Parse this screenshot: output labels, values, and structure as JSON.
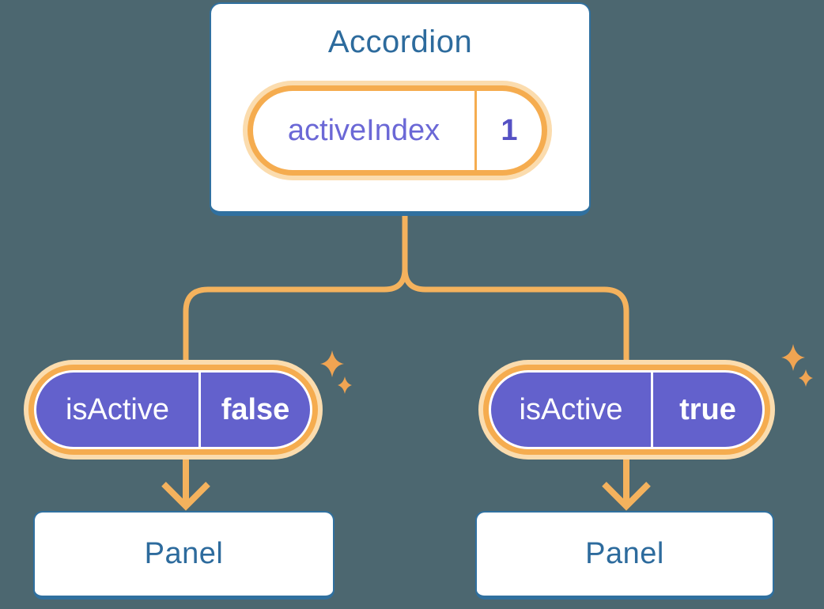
{
  "diagram": {
    "root": {
      "title": "Accordion",
      "state": {
        "name": "activeIndex",
        "value": "1"
      }
    },
    "children": [
      {
        "prop": {
          "name": "isActive",
          "value": "false"
        },
        "panel_title": "Panel"
      },
      {
        "prop": {
          "name": "isActive",
          "value": "true"
        },
        "panel_title": "Panel"
      }
    ]
  },
  "icons": {
    "sparkle": "four-point-star"
  },
  "colors": {
    "background": "#4C6770",
    "card_fill": "#FFFFFF",
    "card_border_blue": "#30709F",
    "heading_blue": "#2D6B9D",
    "pill_ring_orange": "#F5AC4F",
    "pill_glow_pale_orange": "#FBDCAE",
    "connector_orange": "#F4B25D",
    "prop_pill_purple": "#6361CC",
    "state_label_purple": "#6B68D6",
    "state_value_purple": "#5551C4",
    "sparkle_orange": "#F0A452"
  }
}
